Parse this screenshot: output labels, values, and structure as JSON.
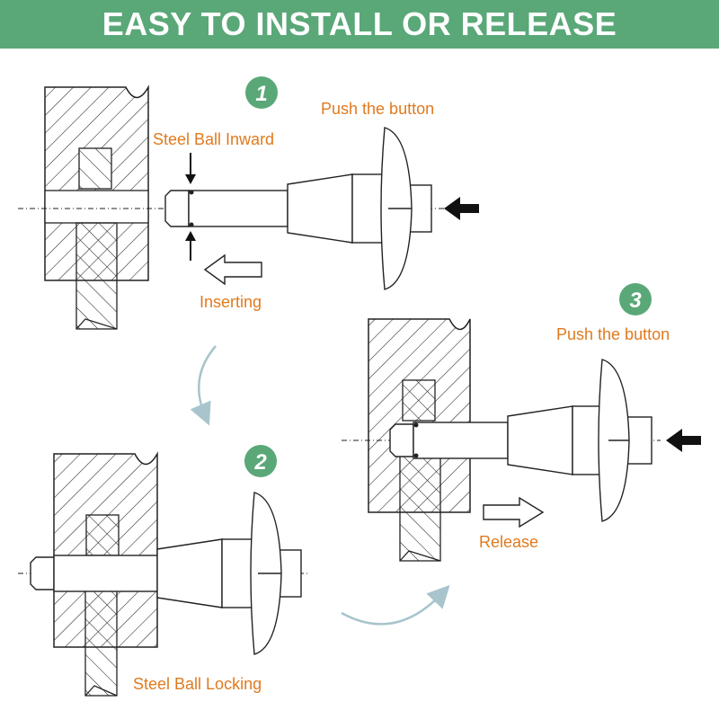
{
  "header": {
    "title": "EASY TO INSTALL OR RELEASE"
  },
  "colors": {
    "banner": "#5aa878",
    "badge": "#5aa878",
    "label": "#e07a1f",
    "line": "#222222",
    "arrow_curve": "#a8c4cc"
  },
  "icons": [
    "black-arrow-icon",
    "outline-arrow-icon",
    "curved-arrow-icon"
  ],
  "steps": [
    {
      "number": "1",
      "labels": {
        "push": "Push the button",
        "ball": "Steel Ball Inward",
        "action": "Inserting"
      }
    },
    {
      "number": "2",
      "labels": {
        "ball": "Steel Ball Locking"
      }
    },
    {
      "number": "3",
      "labels": {
        "push": "Push the button",
        "action": "Release"
      }
    }
  ]
}
